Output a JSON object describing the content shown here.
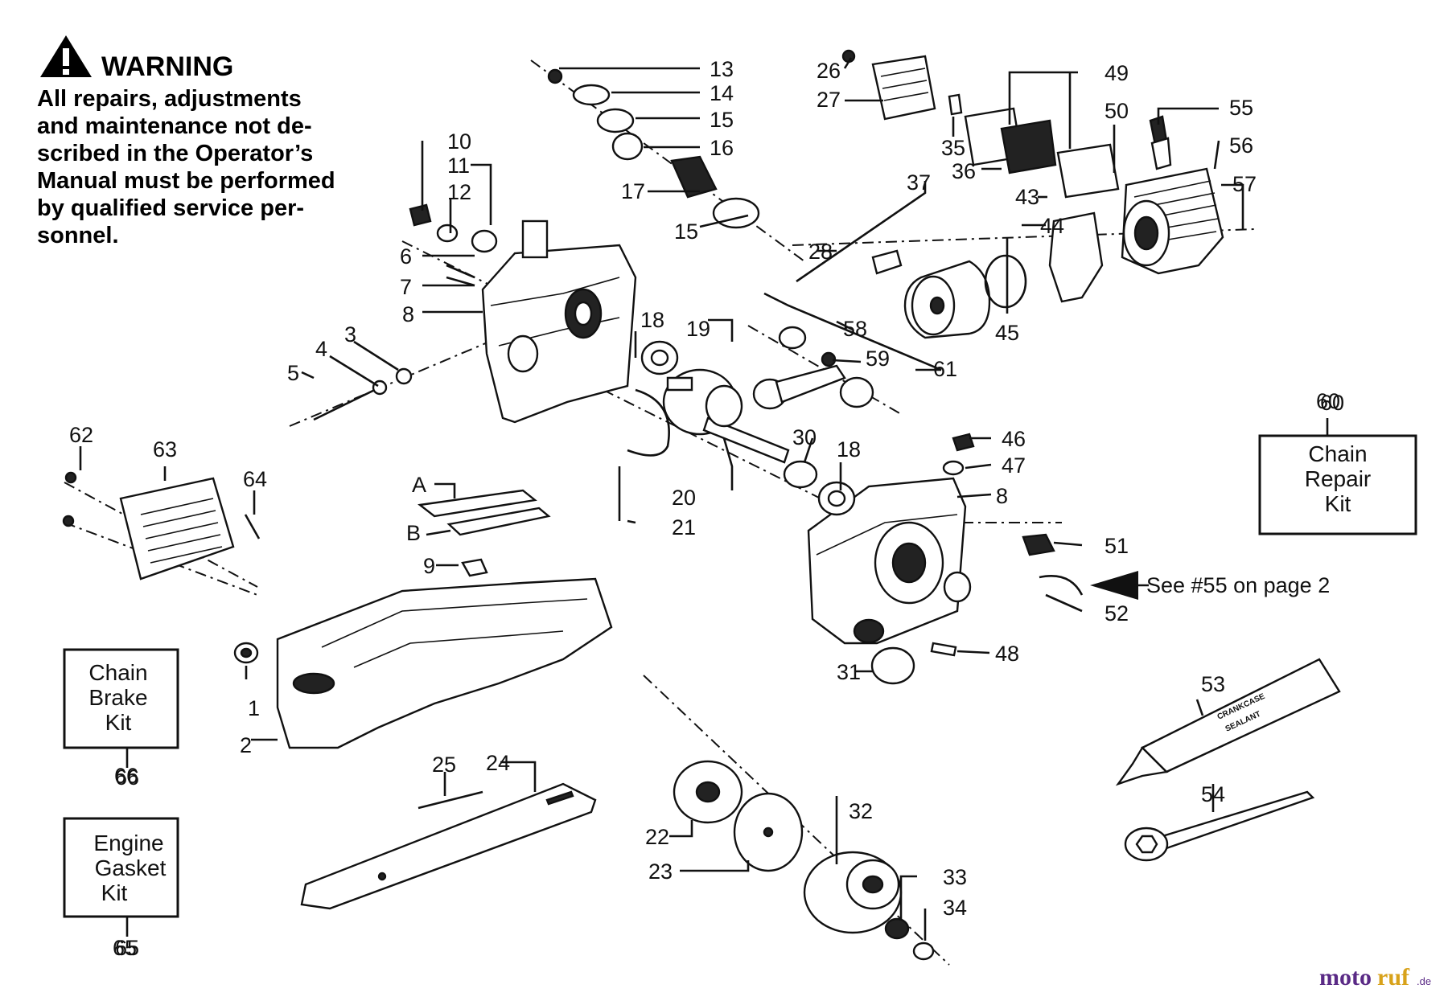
{
  "warning": {
    "title": "WARNING",
    "lines": [
      "All    repairs,   adjustments",
      "and  maintenance  not  de-",
      "scribed  in  the  Operator’s",
      "Manual must be performed",
      "by  qualified    service  per-",
      "sonnel."
    ]
  },
  "part_numbers": [
    "1",
    "2",
    "3",
    "4",
    "5",
    "6",
    "7",
    "8",
    "8",
    "9",
    "10",
    "11",
    "12",
    "13",
    "14",
    "15",
    "15",
    "16",
    "17",
    "18",
    "18",
    "19",
    "20",
    "21",
    "22",
    "23",
    "24",
    "25",
    "26",
    "27",
    "28",
    "30",
    "31",
    "32",
    "33",
    "34",
    "35",
    "36",
    "37",
    "43",
    "44",
    "45",
    "46",
    "47",
    "48",
    "49",
    "50",
    "51",
    "52",
    "53",
    "54",
    "55",
    "56",
    "57",
    "58",
    "59",
    "60",
    "61",
    "62",
    "63",
    "64",
    "65",
    "66"
  ],
  "letter_labels": [
    "A",
    "B"
  ],
  "kits": {
    "chain_repair": {
      "number": "60",
      "lines": [
        "Chain",
        "Repair",
        "Kit"
      ]
    },
    "chain_brake": {
      "number": "66",
      "lines": [
        "Chain",
        "Brake",
        "Kit"
      ]
    },
    "engine_gasket": {
      "number": "65",
      "lines": [
        "Engine",
        "Gasket",
        "Kit"
      ]
    }
  },
  "see_note": "See #55 on page 2",
  "tube_text": [
    "CRANKCASE",
    "SEALANT"
  ],
  "brand": {
    "part1": "moto",
    "part2": "ruf",
    "suffix": ".de"
  },
  "colors": {
    "ink": "#111111",
    "brand_purple": "#5a2a86",
    "brand_gold": "#d8a21a"
  }
}
